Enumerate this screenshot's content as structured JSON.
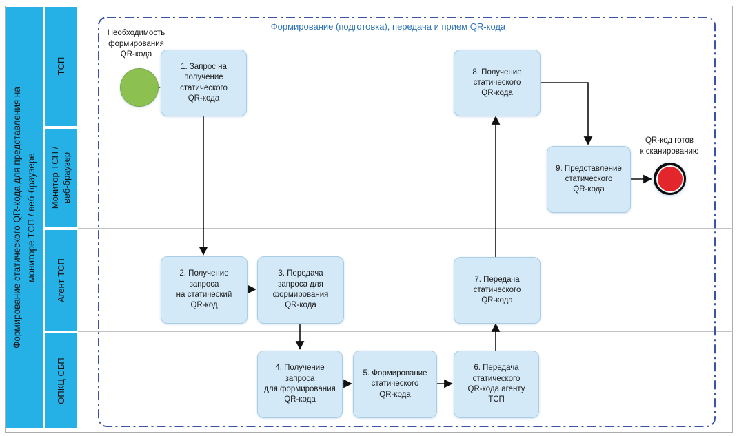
{
  "diagram": {
    "pool_title": "Формирование статического QR-кода для представления на\nмониторе ТСП / веб-браузере",
    "group_title": "Формирование (подготовка), передача и прием QR-кода",
    "lanes": [
      {
        "label": "ТСП"
      },
      {
        "label": "Монитор ТСП /\nвеб-браузер"
      },
      {
        "label": "Агент ТСП"
      },
      {
        "label": "ОПКЦ СБП"
      }
    ],
    "events": {
      "start_label": "Необходимость\nформирования\nQR-кода",
      "end_label": "QR-код готов\nк сканированию"
    },
    "tasks": [
      {
        "label": "1. Запрос на\nполучение\nстатического\nQR-кода"
      },
      {
        "label": "2. Получение\nзапроса\nна статический\nQR-код"
      },
      {
        "label": "3. Передача\nзапроса для\nформирования\nQR-кода"
      },
      {
        "label": "4. Получение\nзапроса\nдля формирования\nQR-кода"
      },
      {
        "label": "5. Формирование\nстатического\nQR-кода"
      },
      {
        "label": "6. Передача\nстатического\nQR-кода агенту\nТСП"
      },
      {
        "label": "7. Передача\nстатического\nQR-кода"
      },
      {
        "label": "8. Получение\nстатического\nQR-кода"
      },
      {
        "label": "9. Представление\nстатического\nQR-кода"
      }
    ],
    "colors": {
      "lane_fill": "#25b1e6",
      "task_fill": "#d3e9f8",
      "task_border": "#a9cde3",
      "start_event_fill": "#8cc152",
      "end_event_fill": "#e2262b",
      "group_border": "#3a53a4",
      "group_title_text": "#2e74b5",
      "arrow": "#111111",
      "lane_separator": "#c3c3c3"
    }
  }
}
